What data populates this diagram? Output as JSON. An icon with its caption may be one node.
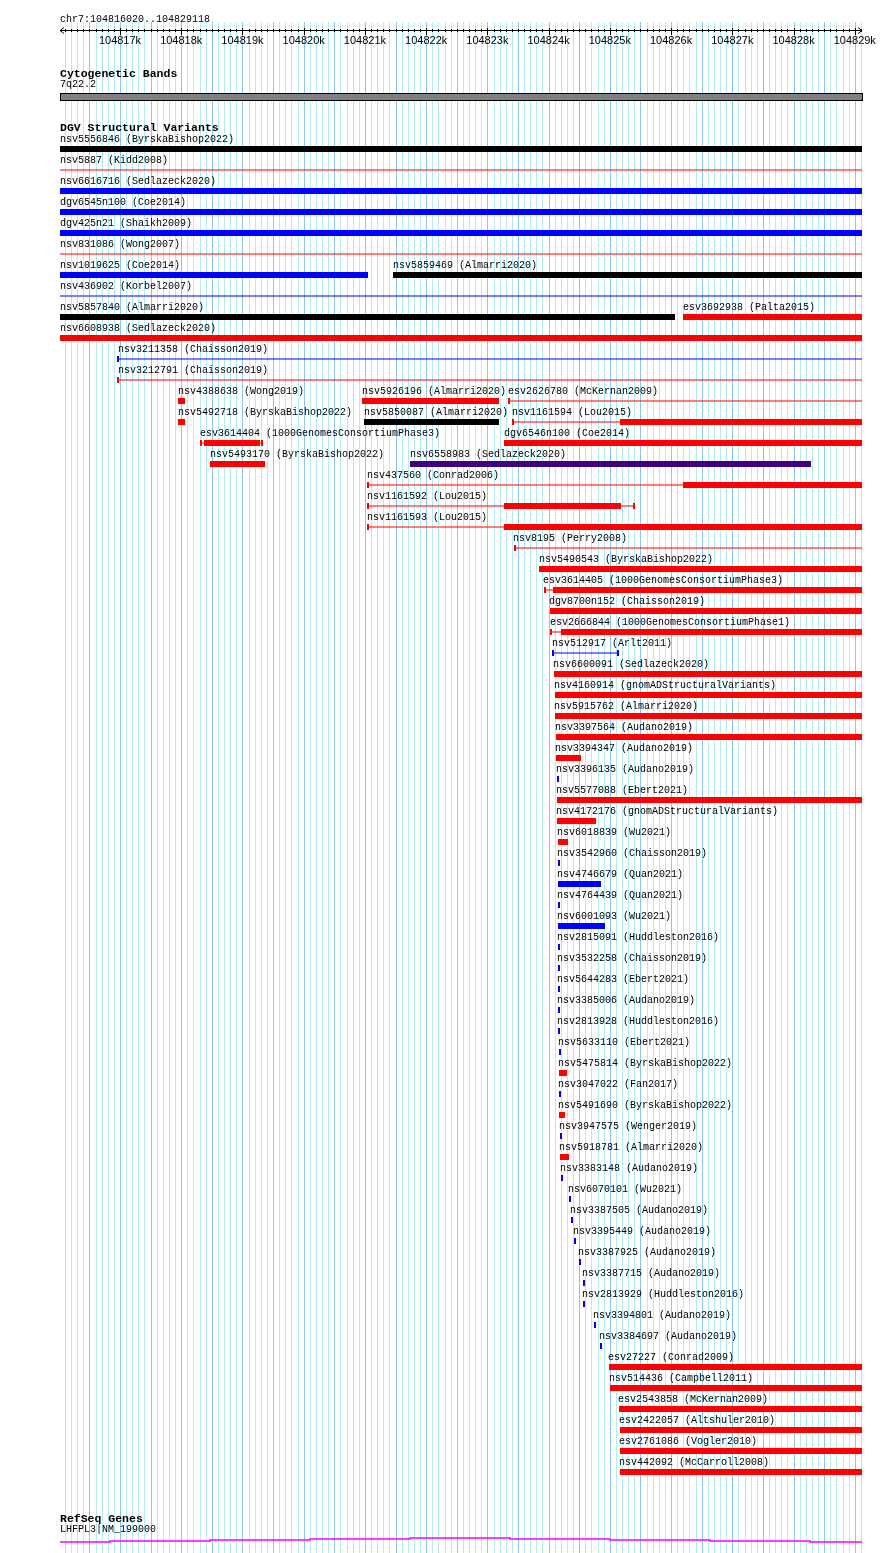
{
  "diagram": {
    "labels": [
      "chr7:104816020..104829118",
      "104817k",
      "104818k",
      "104819k",
      "104820k",
      "104821k",
      "104822k",
      "104823k",
      "104824k",
      "104825k",
      "104826k",
      "104827k",
      "104828k",
      "104829k",
      "Cytogenetic Bands",
      "7q22.2",
      "DGV Structural Variants",
      "nsv5556846 (ByrskaBishop2022)",
      "nsv5887 (Kidd2008)",
      "nsv6616716 (Sedlazeck2020)",
      "dgv6545n100 (Coe2014)",
      "dgv425n21 (Shaikh2009)",
      "nsv831086 (Wong2007)",
      "nsv1019625 (Coe2014)",
      "nsv5859469 (Almarri2020)",
      "nsv436902 (Korbel2007)",
      "nsv5857840 (Almarri2020)",
      "esv3692938 (Palta2015)",
      "nsv6608938 (Sedlazeck2020)",
      "nsv3211358 (Chaisson2019)",
      "nsv3212791 (Chaisson2019)",
      "nsv4388638 (Wong2019)",
      "nsv5926196 (Almarri2020)",
      "esv2626780 (McKernan2009)",
      "nsv5492718 (ByrskaBishop2022)",
      "nsv5850087 (Almarri2020)",
      "nsv1161594 (Lou2015)",
      "esv3614404 (1000GenomesConsortiumPhase3)",
      "dgv6546n100 (Coe2014)",
      "nsv5493170 (ByrskaBishop2022)",
      "nsv6558983 (Sedlazeck2020)",
      "nsv437560 (Conrad2006)",
      "nsv1161592 (Lou2015)",
      "nsv1161593 (Lou2015)",
      "nsv8195 (Perry2008)",
      "nsv5490543 (ByrskaBishop2022)",
      "esv3614405 (1000GenomesConsortiumPhase3)",
      "dgv8700n152 (Chaisson2019)",
      "esv2666844 (1000GenomesConsortiumPhase1)",
      "nsv512917 (Arlt2011)",
      "nsv6600091 (Sedlazeck2020)",
      "nsv4160914 (gnomADStructuralVariants)",
      "nsv5915762 (Almarri2020)",
      "nsv3397564 (Audano2019)",
      "nsv3394347 (Audano2019)",
      "nsv3396135 (Audano2019)",
      "nsv5577088 (Ebert2021)",
      "nsv4172176 (gnomADStructuralVariants)",
      "nsv6018839 (Wu2021)",
      "nsv3542960 (Chaisson2019)",
      "nsv4746679 (Quan2021)",
      "nsv4764439 (Quan2021)",
      "nsv6001093 (Wu2021)",
      "nsv2815091 (Huddleston2016)",
      "nsv3532258 (Chaisson2019)",
      "nsv5644283 (Ebert2021)",
      "nsv3385006 (Audano2019)",
      "nsv2813928 (Huddleston2016)",
      "nsv5633110 (Ebert2021)",
      "nsv5475814 (ByrskaBishop2022)",
      "nsv3047022 (Fan2017)",
      "nsv5491690 (ByrskaBishop2022)",
      "nsv3947575 (Wenger2019)",
      "nsv5918781 (Almarri2020)",
      "nsv3383148 (Audano2019)",
      "nsv6070101 (Wu2021)",
      "nsv3387505 (Audano2019)",
      "nsv3395449 (Audano2019)",
      "nsv3387925 (Audano2019)",
      "nsv3387715 (Audano2019)",
      "nsv2813929 (Huddleston2016)",
      "nsv3394801 (Audano2019)",
      "nsv3384697 (Audano2019)",
      "esv27227 (Conrad2009)",
      "nsv514436 (Campbell2011)",
      "esv2543858 (McKernan2009)",
      "esv2422057 (Altshuler2010)",
      "esv2761086 (Vogler2010)",
      "nsv442092 (McCarroll2008)",
      "RefSeq Genes",
      "LHFPL3|NM_199000"
    ]
  }
}
